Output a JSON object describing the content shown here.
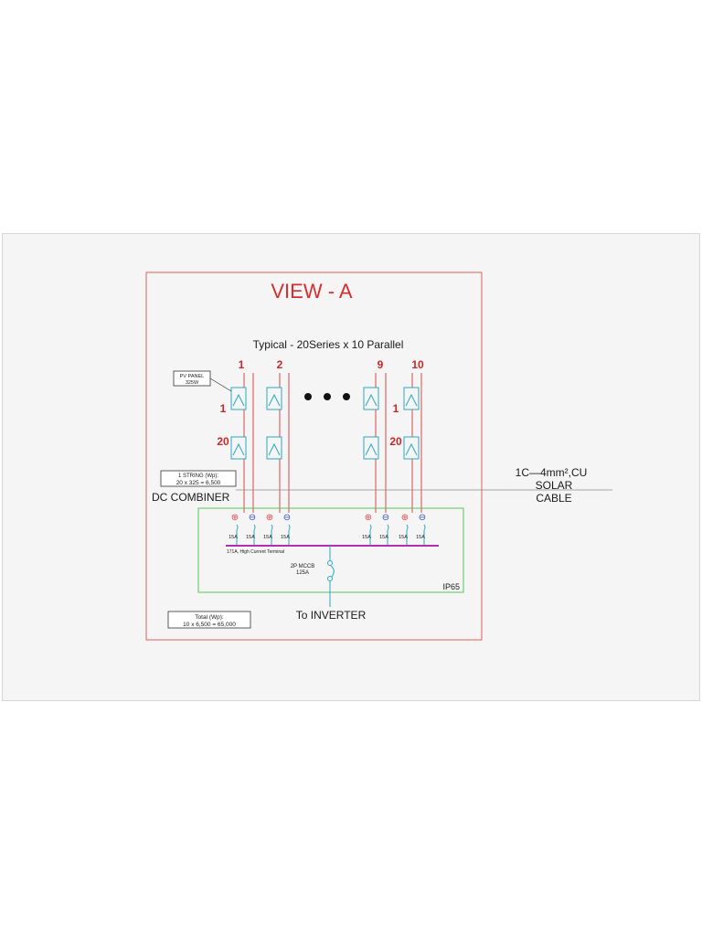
{
  "colors": {
    "frame": "#e06060",
    "title": "#d32f2f",
    "string_number": "#c62828",
    "panel": "#2aa8c0",
    "string_wire": "#d94848",
    "return_wire": "#2aa8c0",
    "combiner_box": "#55c855",
    "busbar": "#b22fb2",
    "mccb": "#2aa8c0",
    "text": "#1a1a1a",
    "leader": "#8a8a8a"
  },
  "title": "VIEW - A",
  "subtitle": "Typical - 20Series x 10 Parallel",
  "string_labels": [
    "1",
    "2",
    "9",
    "10"
  ],
  "series_top_label": "1",
  "series_bottom_label": "20",
  "ellipsis_icon": "three-dots",
  "pv_panel_box": {
    "line1": "PV PANEL",
    "line2": "325W"
  },
  "string_box": {
    "line1": "1 STRING (Wp):",
    "line2": "20 x 325 = 6,500"
  },
  "dc_combiner_label": "DC COMBINER",
  "cable_note": {
    "line1": "1C—4mm²,CU",
    "line2": "SOLAR",
    "line3": "CABLE"
  },
  "polarity": {
    "positive": "⊕",
    "negative": "⊖"
  },
  "fuses": [
    "15A",
    "15A",
    "15A",
    "15A",
    "15A",
    "15A",
    "15A",
    "15A"
  ],
  "busbar_label": "171A, High Current Terminal",
  "mccb": {
    "line1": "2P MCCB",
    "line2": "125A"
  },
  "enclosure_rating": "IP65",
  "output_label": "To INVERTER",
  "total_box": {
    "line1": "Total (Wp):",
    "line2": "10 x 6,500 = 65,000"
  }
}
